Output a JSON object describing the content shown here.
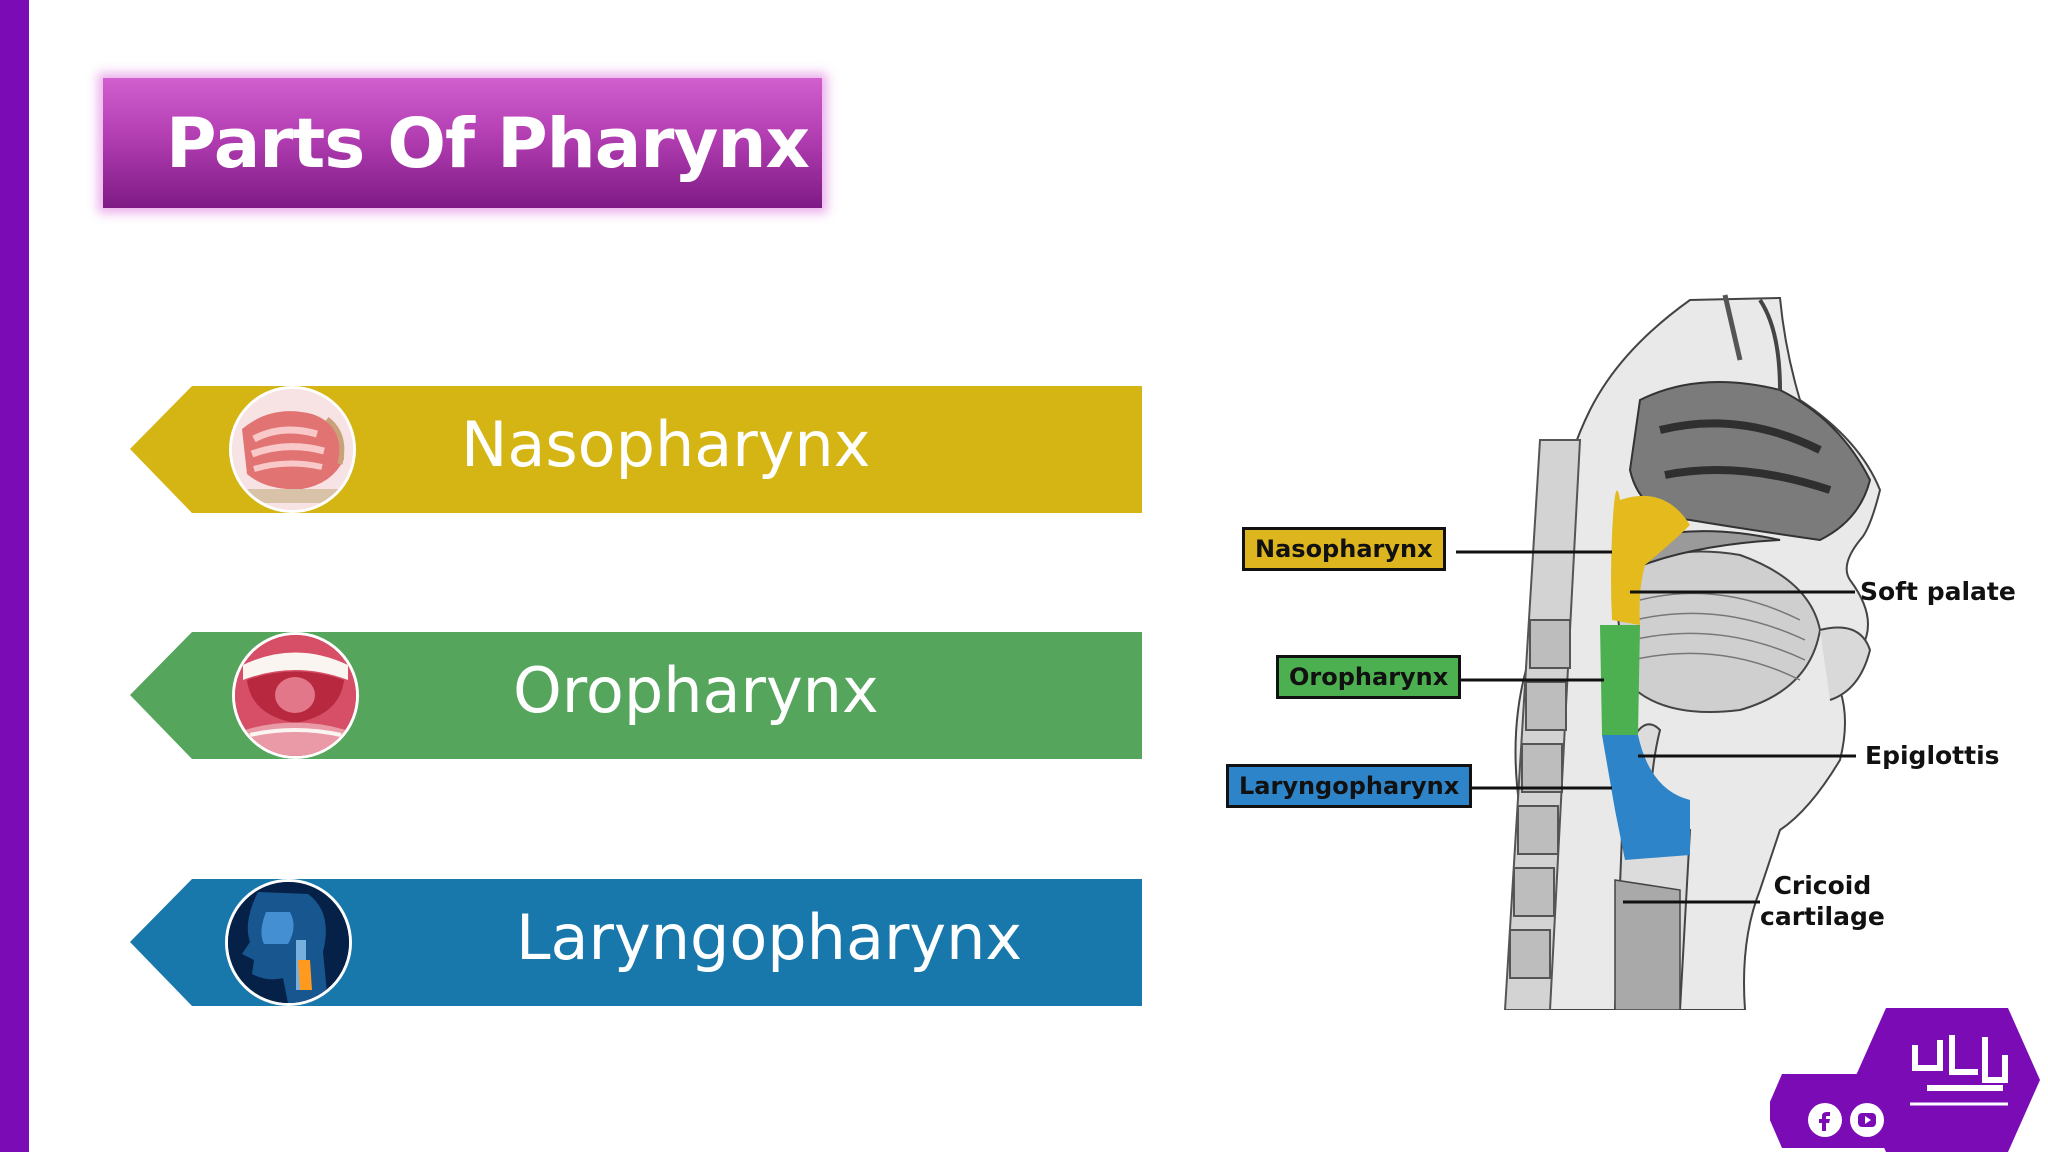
{
  "title": "Parts Of Pharynx",
  "banners": [
    {
      "label": "Nasopharynx",
      "color": "#d4b514"
    },
    {
      "label": "Oropharynx",
      "color": "#56a55d"
    },
    {
      "label": "Laryngopharynx",
      "color": "#1878ab"
    }
  ],
  "diagram": {
    "tags": {
      "nasopharynx": {
        "label": "Nasopharynx",
        "color": "#ddb61f"
      },
      "oropharynx": {
        "label": "Oropharynx",
        "color": "#4caf50"
      },
      "laryngopharynx": {
        "label": "Laryngopharynx",
        "color": "#2e84c8"
      }
    },
    "annotations": {
      "soft_palate": "Soft palate",
      "epiglottis": "Epiglottis",
      "cricoid_line1": "Cricoid",
      "cricoid_line2": "cartilage"
    }
  },
  "colors": {
    "accent": "#7a0bb5",
    "title_gradient_mid": "#b23eb2"
  }
}
